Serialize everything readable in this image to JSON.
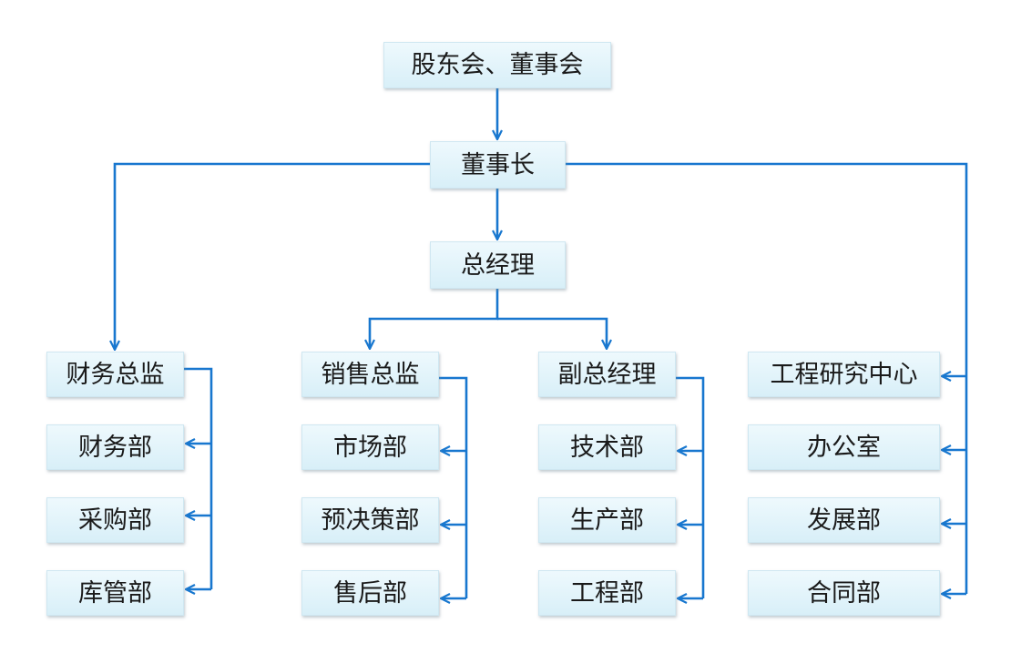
{
  "colors": {
    "connector": "#1877cf",
    "box_fill_top": "#eef9fd",
    "box_fill_bottom": "#d8eff8"
  },
  "nodes": {
    "shareholders": "股东会、董事会",
    "chairman": "董事长",
    "general_manager": "总经理",
    "finance_director": "财务总监",
    "finance_dept": "财务部",
    "purchasing_dept": "采购部",
    "warehouse_dept": "库管部",
    "sales_director": "销售总监",
    "market_dept": "市场部",
    "budget_dept": "预决策部",
    "after_sales_dept": "售后部",
    "deputy_gm": "副总经理",
    "tech_dept": "技术部",
    "production_dept": "生产部",
    "engineering_dept": "工程部",
    "eng_research_center": "工程研究中心",
    "office": "办公室",
    "development_dept": "发展部",
    "contract_dept": "合同部"
  }
}
